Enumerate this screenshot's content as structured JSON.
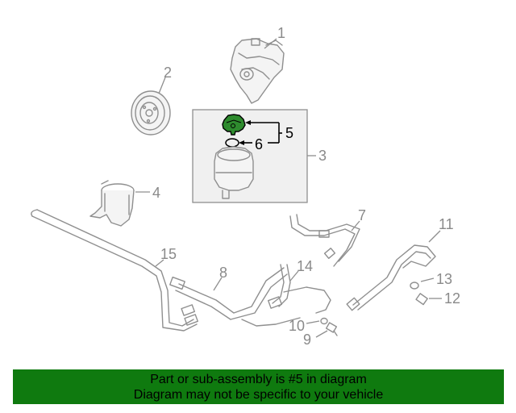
{
  "callouts": {
    "c1": "1",
    "c2": "2",
    "c3": "3",
    "c4": "4",
    "c5": "5",
    "c6": "6",
    "c7": "7",
    "c8": "8",
    "c9": "9",
    "c10": "10",
    "c11": "11",
    "c12": "12",
    "c13": "13",
    "c14": "14",
    "c15": "15"
  },
  "highlight": {
    "part_number": "5",
    "color": "#2e8b2e",
    "border_color": "#000000"
  },
  "banner": {
    "line1": "Part or sub-assembly is #5 in diagram",
    "line2": "Diagram may not be specific to your vehicle",
    "background": "#0f7a0f"
  }
}
